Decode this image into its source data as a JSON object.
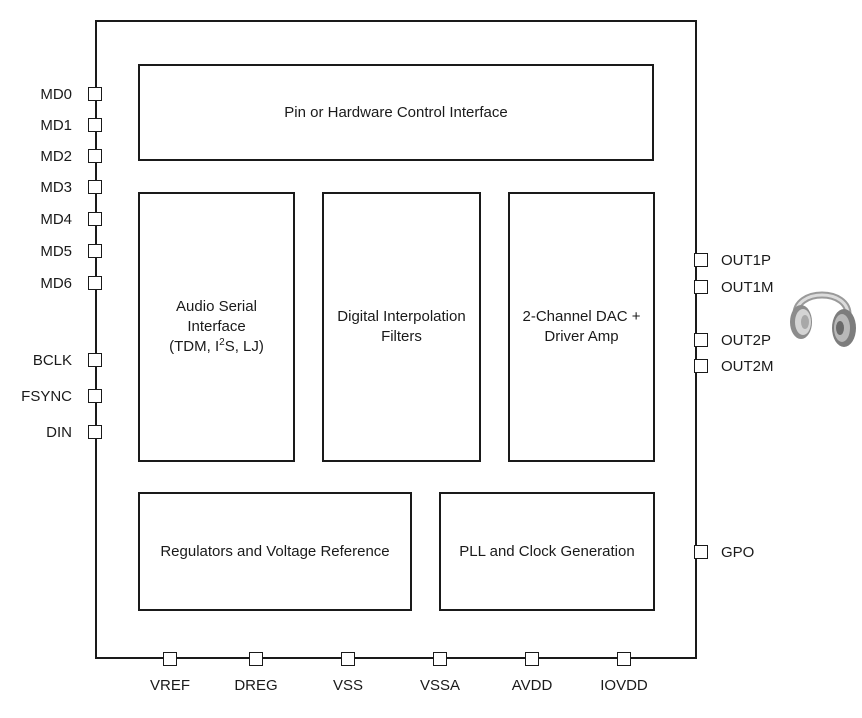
{
  "blocks": {
    "pin_control": "Pin or Hardware Control Interface",
    "asi_line1": "Audio Serial",
    "asi_line2": "Interface",
    "asi_line3_a": "(TDM, I",
    "asi_line3_sup": "2",
    "asi_line3_b": "S, LJ)",
    "interp_line1": "Digital Interpolation",
    "interp_line2": "Filters",
    "dac_line1": "2-Channel DAC +",
    "dac_line2": "Driver Amp",
    "regulators": "Regulators and Voltage Reference",
    "pll": "PLL and Clock Generation"
  },
  "pins_left": [
    "MD0",
    "MD1",
    "MD2",
    "MD3",
    "MD4",
    "MD5",
    "MD6",
    "BCLK",
    "FSYNC",
    "DIN"
  ],
  "pins_right": [
    "OUT1P",
    "OUT1M",
    "OUT2P",
    "OUT2M",
    "GPO"
  ],
  "pins_bottom": [
    "VREF",
    "DREG",
    "VSS",
    "VSSA",
    "AVDD",
    "IOVDD"
  ],
  "icons": {
    "headphones": "headphones-icon"
  }
}
